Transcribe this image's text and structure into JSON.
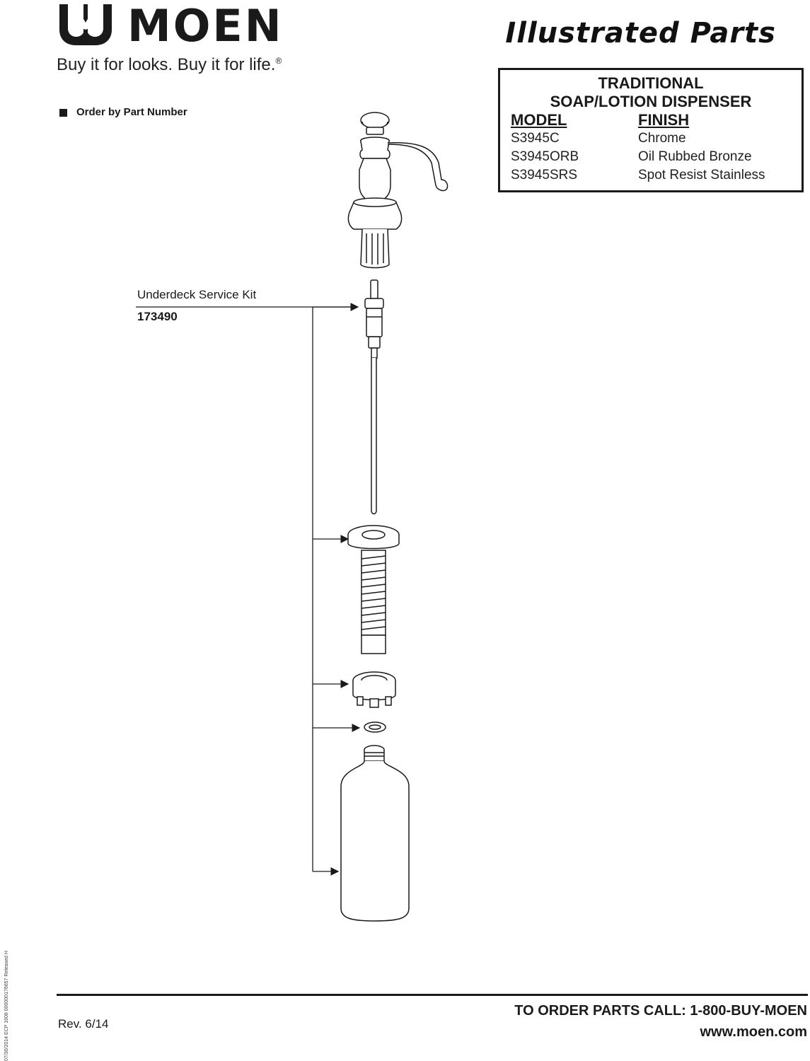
{
  "brand": {
    "name": "MOEN",
    "tagline": "Buy it for looks. Buy it for life.",
    "tagline_mark": "®"
  },
  "document_title": "Illustrated Parts",
  "product": {
    "line1": "TRADITIONAL",
    "line2": "SOAP/LOTION DISPENSER"
  },
  "models_table": {
    "headers": {
      "model": "MODEL",
      "finish": "FINISH"
    },
    "rows": [
      {
        "model": "S3945C",
        "finish": "Chrome"
      },
      {
        "model": "S3945ORB",
        "finish": "Oil Rubbed Bronze"
      },
      {
        "model": "S3945SRS",
        "finish": "Spot Resist Stainless"
      }
    ]
  },
  "order_note": "Order by Part Number",
  "service_kit": {
    "name": "Underdeck Service Kit",
    "part_number": "173490"
  },
  "footer": {
    "revision": "Rev. 6/14",
    "order_call": "TO ORDER PARTS CALL:  1-800-BUY-MOEN",
    "website": "www.moen.com",
    "side_code": "07/30/2014  ECP 1608  000000176657  Released H"
  },
  "colors": {
    "ink": "#1a1a1a",
    "paper": "#ffffff"
  },
  "icons": [
    "moen-logo-icon",
    "arrow-icon"
  ]
}
